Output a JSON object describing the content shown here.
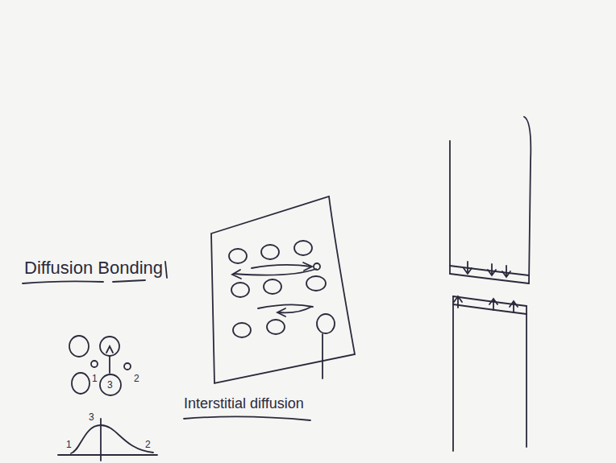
{
  "diagram": {
    "title": "Diffusion Bonding",
    "labels": [
      "Interstitial diffusion",
      "1",
      "3",
      "2",
      "3",
      "1",
      "2"
    ]
  }
}
